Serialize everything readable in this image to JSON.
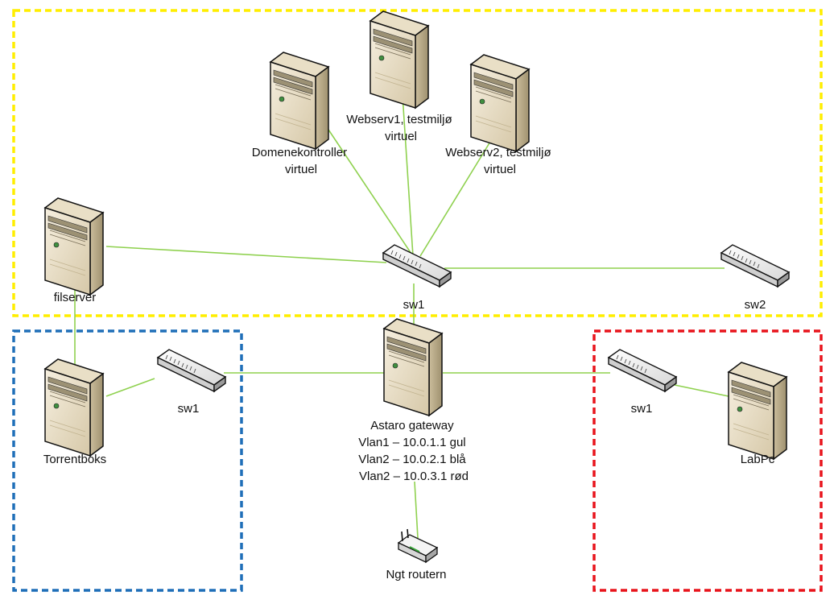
{
  "colors": {
    "link": "#8fd14f",
    "zone_yellow": "#ffee00",
    "zone_blue": "#1f6fb8",
    "zone_red": "#e8141c",
    "server_front": "#ece2cb",
    "server_side": "#b9ab8a",
    "switch_body": "#eeeeee"
  },
  "zones": [
    {
      "name": "zone-yellow",
      "color": "yellow"
    },
    {
      "name": "zone-blue",
      "color": "blue"
    },
    {
      "name": "zone-red",
      "color": "red"
    }
  ],
  "nodes": {
    "domenekontroller": {
      "type": "server",
      "lines": [
        "Domenekontroller",
        "virtuel"
      ]
    },
    "webserv1": {
      "type": "server",
      "lines": [
        "Webserv1, testmiljø",
        "virtuel"
      ]
    },
    "webserv2": {
      "type": "server",
      "lines": [
        "Webserv2, testmiljø",
        "virtuel"
      ]
    },
    "filserver": {
      "type": "server",
      "lines": [
        "filserver"
      ]
    },
    "sw1_main": {
      "type": "switch",
      "lines": [
        "sw1"
      ]
    },
    "sw2": {
      "type": "switch",
      "lines": [
        "sw2"
      ]
    },
    "torrentboks": {
      "type": "server",
      "lines": [
        "Torrentboks"
      ]
    },
    "sw1_blue": {
      "type": "switch",
      "lines": [
        "sw1"
      ]
    },
    "astaro": {
      "type": "server",
      "lines": [
        "Astaro gateway",
        "Vlan1 – 10.0.1.1 gul",
        "Vlan2 – 10.0.2.1 blå",
        "Vlan2 – 10.0.3.1 rød"
      ]
    },
    "sw1_red": {
      "type": "switch",
      "lines": [
        "sw1"
      ]
    },
    "labpc": {
      "type": "server",
      "lines": [
        "LabPc"
      ]
    },
    "router": {
      "type": "router",
      "lines": [
        "Ngt routern"
      ]
    }
  }
}
